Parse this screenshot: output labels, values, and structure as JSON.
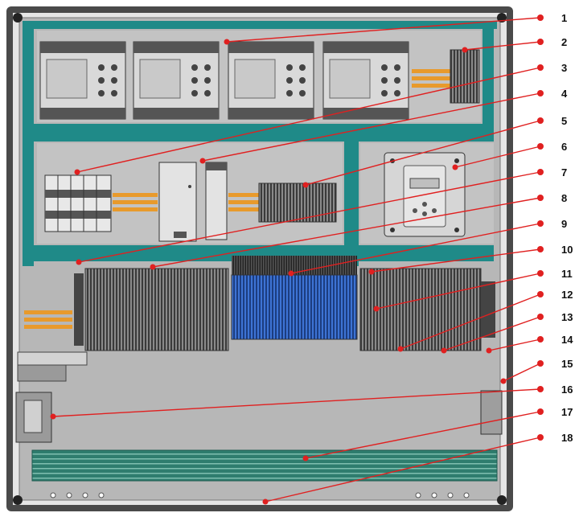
{
  "diagram": {
    "type": "electrical-panel-layout",
    "colors": {
      "frame": "#3b3b3b",
      "backplate": "#b5b5b5",
      "rail_teal": "#1f8a88",
      "leader": "#e02020",
      "copper": "#e89a2c",
      "terminal_blue": "#2a56b0",
      "terminal_dark": "#2b2b2b",
      "trunking": "#2f7d6e"
    },
    "callouts": [
      {
        "label": "1"
      },
      {
        "label": "2"
      },
      {
        "label": "3"
      },
      {
        "label": "4"
      },
      {
        "label": "5"
      },
      {
        "label": "6"
      },
      {
        "label": "7"
      },
      {
        "label": "8"
      },
      {
        "label": "9"
      },
      {
        "label": "10"
      },
      {
        "label": "11"
      },
      {
        "label": "12"
      },
      {
        "label": "13"
      },
      {
        "label": "14"
      },
      {
        "label": "15"
      },
      {
        "label": "16"
      },
      {
        "label": "17"
      },
      {
        "label": "18"
      }
    ]
  }
}
